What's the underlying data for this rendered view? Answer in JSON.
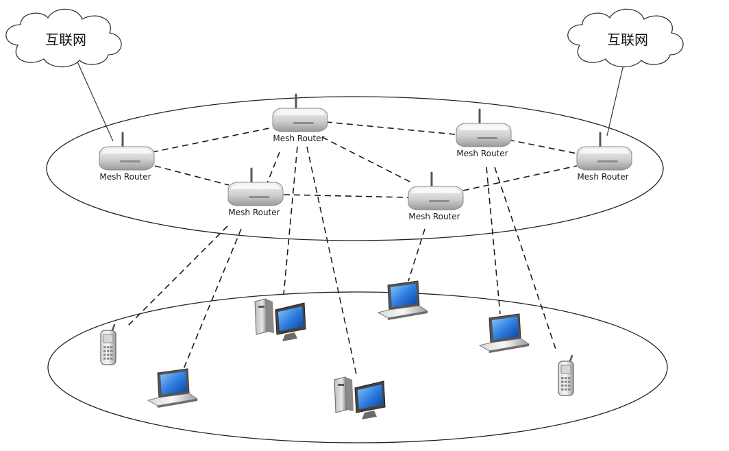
{
  "clouds": [
    {
      "id": "internet-left",
      "label": "互联网"
    },
    {
      "id": "internet-right",
      "label": "互联网"
    }
  ],
  "routers": [
    {
      "id": "r-left",
      "label": "Mesh Router"
    },
    {
      "id": "r-top",
      "label": "Mesh Router"
    },
    {
      "id": "r-mid-left",
      "label": "Mesh Router"
    },
    {
      "id": "r-mid-right",
      "label": "Mesh Router"
    },
    {
      "id": "r-top-right",
      "label": "Mesh Router"
    },
    {
      "id": "r-right",
      "label": "Mesh Router"
    }
  ],
  "clients": [
    {
      "id": "phone-left",
      "type": "phone"
    },
    {
      "id": "laptop-bottom-left",
      "type": "laptop"
    },
    {
      "id": "desktop-center",
      "type": "desktop"
    },
    {
      "id": "desktop-bottom",
      "type": "desktop"
    },
    {
      "id": "laptop-center",
      "type": "laptop"
    },
    {
      "id": "laptop-right",
      "type": "laptop"
    },
    {
      "id": "phone-right",
      "type": "phone"
    }
  ],
  "uplinks": [
    {
      "from": "internet-left",
      "to": "r-left"
    },
    {
      "from": "internet-right",
      "to": "r-right"
    }
  ],
  "mesh_links": [
    {
      "from": "r-left",
      "to": "r-top"
    },
    {
      "from": "r-left",
      "to": "r-mid-left"
    },
    {
      "from": "r-top",
      "to": "r-top-right"
    },
    {
      "from": "r-top",
      "to": "r-mid-right"
    },
    {
      "from": "r-top",
      "to": "r-mid-left"
    },
    {
      "from": "r-mid-left",
      "to": "r-mid-right"
    },
    {
      "from": "r-top-right",
      "to": "r-right"
    },
    {
      "from": "r-mid-right",
      "to": "r-right"
    }
  ],
  "client_links": [
    {
      "from": "r-mid-left",
      "to": "phone-left"
    },
    {
      "from": "r-mid-left",
      "to": "laptop-bottom-left"
    },
    {
      "from": "r-top",
      "to": "desktop-center"
    },
    {
      "from": "r-top",
      "to": "desktop-bottom"
    },
    {
      "from": "r-mid-right",
      "to": "laptop-center"
    },
    {
      "from": "r-top-right",
      "to": "laptop-right"
    },
    {
      "from": "r-top-right",
      "to": "phone-right"
    }
  ]
}
